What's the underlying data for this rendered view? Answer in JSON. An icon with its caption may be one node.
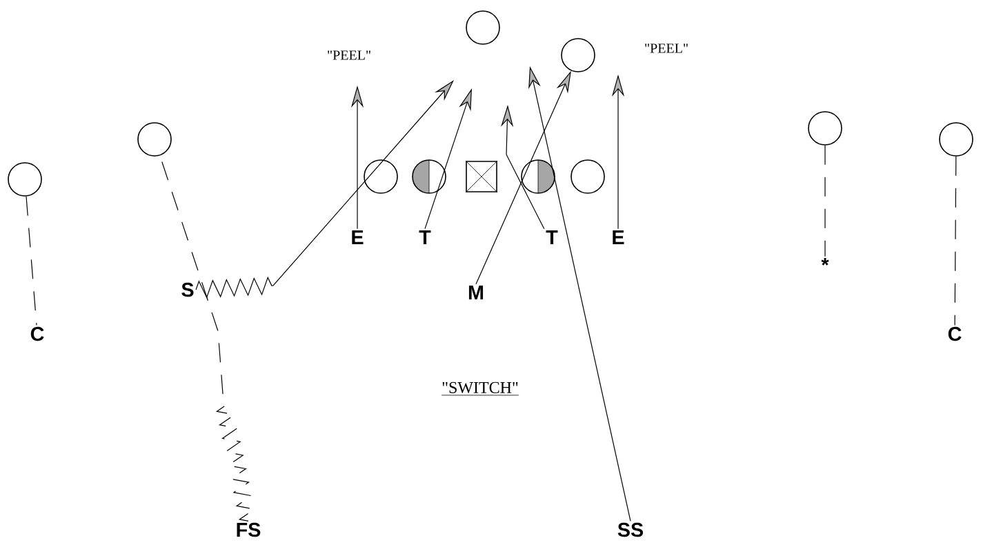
{
  "diagram": {
    "nodes": [
      {
        "text": [],
        "shape": "circle"
      },
      {
        "text": [],
        "shape": "circle"
      },
      {
        "text": [],
        "shape": "circle"
      },
      {
        "text": [],
        "shape": "circle"
      },
      {
        "text": [],
        "shape": "box"
      },
      {
        "text": [],
        "shape": "circle"
      },
      {
        "text": [],
        "shape": "circle"
      },
      {
        "text": [],
        "shape": "circle"
      },
      {
        "text": [],
        "shape": "circle"
      },
      {
        "text": [],
        "shape": "circle"
      },
      {
        "text": [],
        "shape": "circle"
      },
      {
        "text": [
          "E"
        ]
      },
      {
        "text": [
          "T"
        ]
      },
      {
        "text": [
          "T"
        ]
      },
      {
        "text": [
          "E"
        ]
      },
      {
        "text": [
          "S"
        ]
      },
      {
        "text": [
          "M"
        ]
      },
      {
        "text": [
          "C"
        ]
      },
      {
        "text": [
          "*"
        ]
      },
      {
        "text": [
          "C"
        ]
      },
      {
        "text": [
          "FS"
        ]
      },
      {
        "text": [
          "SS"
        ]
      }
    ],
    "edges": [
      {
        "from": 11,
        "to": null,
        "arrow": "to"
      },
      {
        "from": 15,
        "to": null,
        "arrow": "to"
      },
      {
        "from": 12,
        "to": null,
        "arrow": "to"
      },
      {
        "from": 13,
        "to": null,
        "arrow": "to"
      },
      {
        "from": 16,
        "to": 1,
        "arrow": "to"
      },
      {
        "from": 14,
        "to": null,
        "arrow": "to"
      },
      {
        "from": 21,
        "to": null,
        "arrow": "to"
      },
      {
        "from": 20,
        "to": 8,
        "arrow": "none",
        "style": "dashed"
      },
      {
        "from": 7,
        "to": 17,
        "arrow": "none",
        "style": "dashed"
      },
      {
        "from": 9,
        "to": 18,
        "arrow": "none",
        "style": "dashed"
      },
      {
        "from": 10,
        "to": 19,
        "arrow": "none",
        "style": "dashed"
      }
    ],
    "labels": [
      "\"PEEL\"",
      "\"PEEL\"",
      "\"SWITCH\""
    ]
  }
}
